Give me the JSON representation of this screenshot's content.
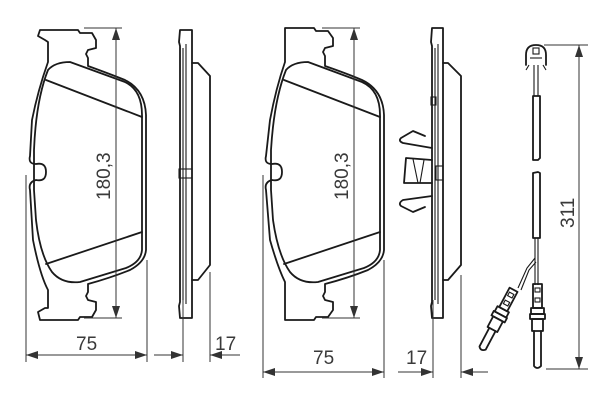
{
  "drawing": {
    "title": "Brake pad set technical drawing",
    "colors": {
      "line": "#1a1a1a",
      "dimension": "#333333",
      "background": "#ffffff"
    },
    "parts": [
      {
        "name": "brake-pad-1-front-view"
      },
      {
        "name": "brake-pad-1-side-view"
      },
      {
        "name": "brake-pad-2-front-view"
      },
      {
        "name": "brake-pad-2-side-view-with-spring-clip"
      },
      {
        "name": "wear-sensor-cable"
      }
    ],
    "dimensions": {
      "pad1_height": "180,3",
      "pad1_width": "75",
      "pad1_thickness": "17",
      "pad2_height": "180,3",
      "pad2_width": "75",
      "pad2_thickness": "17",
      "sensor_length": "311"
    }
  }
}
